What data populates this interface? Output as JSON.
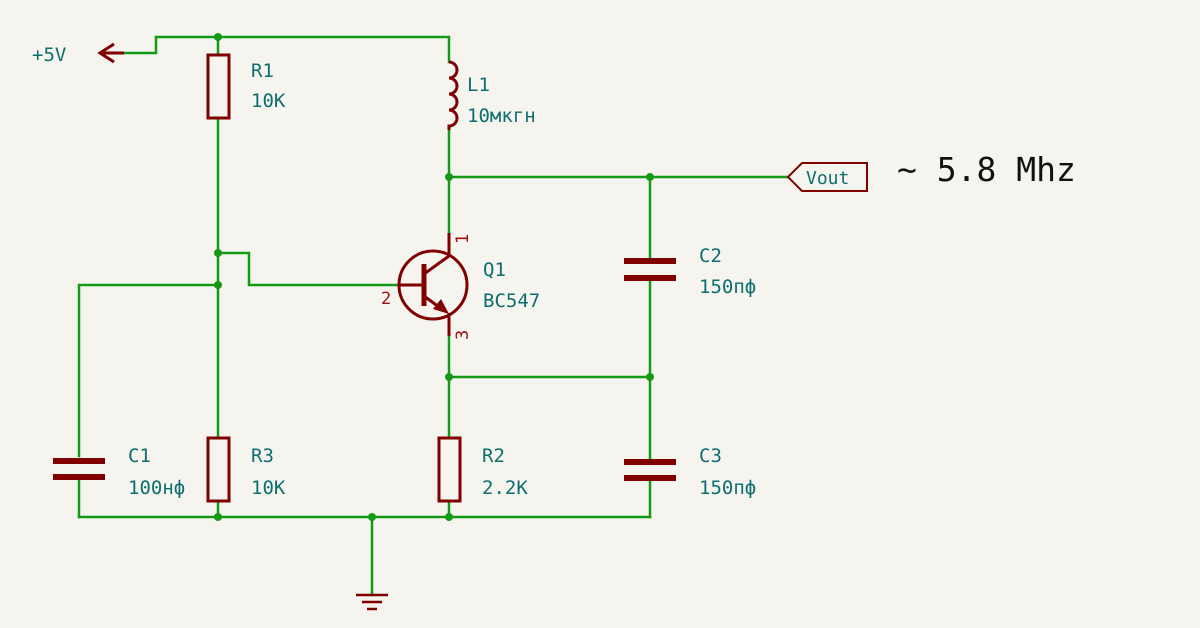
{
  "power": {
    "label": "+5V"
  },
  "components": {
    "r1": {
      "ref": "R1",
      "value": "10K"
    },
    "r2": {
      "ref": "R2",
      "value": "2.2K"
    },
    "r3": {
      "ref": "R3",
      "value": "10K"
    },
    "l1": {
      "ref": "L1",
      "value": "10мкгн"
    },
    "c1": {
      "ref": "C1",
      "value": "100нф"
    },
    "c2": {
      "ref": "C2",
      "value": "150пф"
    },
    "c3": {
      "ref": "C3",
      "value": "150пф"
    },
    "q1": {
      "ref": "Q1",
      "value": "BC547",
      "pins": {
        "collector": "1",
        "base": "2",
        "emitter": "3"
      }
    }
  },
  "output": {
    "label": "Vout",
    "frequency_note": "~ 5.8 Mhz"
  },
  "colors": {
    "wire": "#159a15",
    "component": "#800000",
    "label": "#0d6e6e",
    "background": "#f5f4ef"
  }
}
